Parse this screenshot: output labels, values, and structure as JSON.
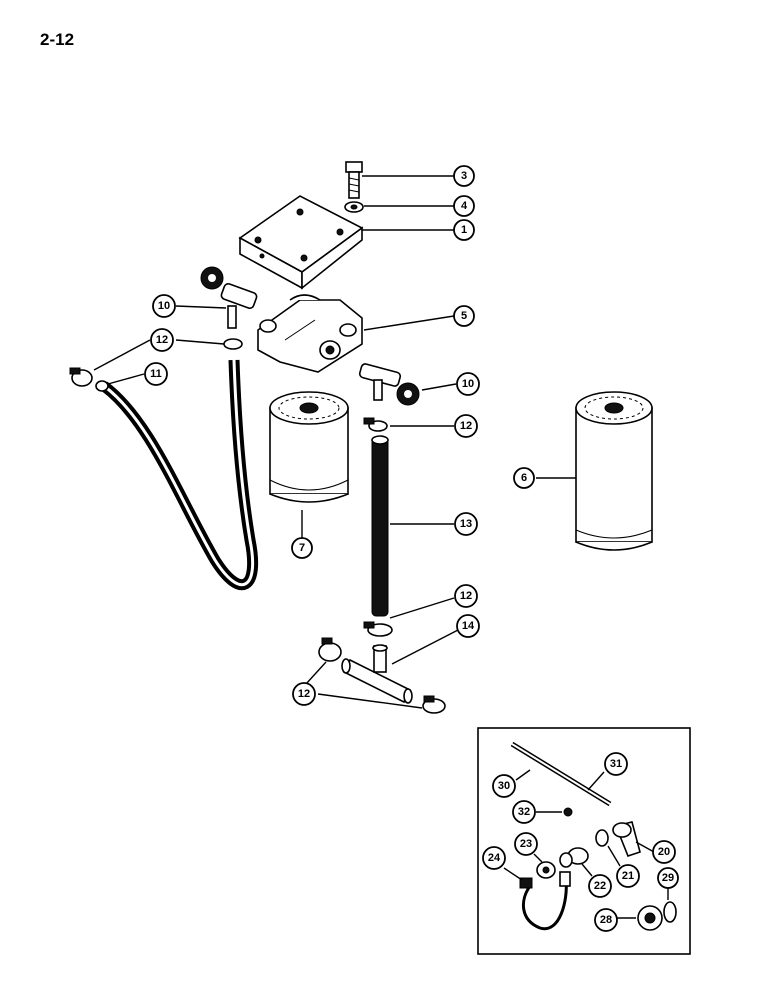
{
  "page_number": "2-12",
  "callouts": [
    {
      "id": "c3",
      "label": "3"
    },
    {
      "id": "c4",
      "label": "4"
    },
    {
      "id": "c1",
      "label": "1"
    },
    {
      "id": "c5",
      "label": "5"
    },
    {
      "id": "c10a",
      "label": "10"
    },
    {
      "id": "c12a",
      "label": "12"
    },
    {
      "id": "c11",
      "label": "11"
    },
    {
      "id": "c10b",
      "label": "10"
    },
    {
      "id": "c12b",
      "label": "12"
    },
    {
      "id": "c6",
      "label": "6"
    },
    {
      "id": "c13",
      "label": "13"
    },
    {
      "id": "c7",
      "label": "7"
    },
    {
      "id": "c12c",
      "label": "12"
    },
    {
      "id": "c14",
      "label": "14"
    },
    {
      "id": "c12d",
      "label": "12"
    },
    {
      "id": "c31",
      "label": "31"
    },
    {
      "id": "c30",
      "label": "30"
    },
    {
      "id": "c32",
      "label": "32"
    },
    {
      "id": "c23",
      "label": "23"
    },
    {
      "id": "c20",
      "label": "20"
    },
    {
      "id": "c24",
      "label": "24"
    },
    {
      "id": "c22",
      "label": "22"
    },
    {
      "id": "c21",
      "label": "21"
    },
    {
      "id": "c29",
      "label": "29"
    },
    {
      "id": "c28",
      "label": "28"
    }
  ]
}
